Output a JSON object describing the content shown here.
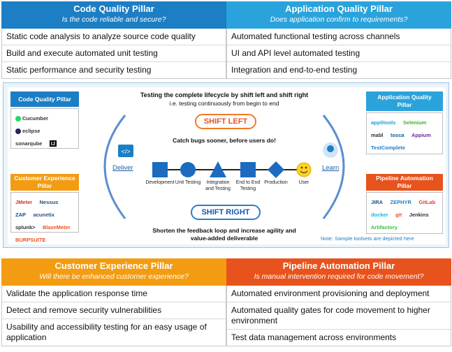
{
  "code_quality": {
    "title": "Code Quality Pillar",
    "subtitle": "Is the code reliable and secure?",
    "rows": [
      "Static code analysis to analyze source code quality",
      "Build and execute automated unit testing",
      "Static performance and security testing"
    ],
    "color": "#1c7ec4"
  },
  "app_quality": {
    "title": "Application Quality Pillar",
    "subtitle": "Does application confirm to requirements?",
    "rows": [
      "Automated functional testing across channels",
      "UI and API level automated testing",
      "Integration and end-to-end testing"
    ],
    "color": "#2aa3dc"
  },
  "cx": {
    "title": "Customer Experience Pillar",
    "subtitle": "Will there be enhanced customer experience?",
    "rows": [
      "Validate the application response time",
      "Detect and remove security vulnerabilities",
      "Usability and accessibility testing for an easy usage of application"
    ],
    "color": "#f39c12"
  },
  "pipeline": {
    "title": "Pipeline Automation Pillar",
    "subtitle": "Is manual intervention required for code movement?",
    "rows": [
      "Automated environment provisioning and deployment",
      "Automated quality gates for code movement to higher environment",
      "Test data management across environments"
    ],
    "color": "#e8531d"
  },
  "diagram": {
    "heading": "Testing the complete  lifecycle by shift left and shift right",
    "subheading": "i.e. testing continuously from begin to end",
    "shift_left": "SHIFT LEFT",
    "shift_right": "SHIFT RIGHT",
    "catch_bugs": "Catch bugs sooner, before users do!",
    "feedback_line1": "Shorten the feedback loop and increase agility and",
    "feedback_line2": "value-added deliverable",
    "deliver": "Deliver",
    "learn": "Learn",
    "note": "Note: Sample toolsets are depicted here",
    "stages": [
      "Development",
      "Unit Testing",
      "Integration and Testing",
      "End to End Testing",
      "Production",
      "User"
    ],
    "boxes": {
      "code_quality": "Code Quality Pillar",
      "app_quality": "Application Quality Pillar",
      "cx": "Customer Experience Pillar",
      "pipeline": "Pipeline Automation Pillar"
    },
    "logos": {
      "code_quality": [
        "Cucumber",
        "eclipse",
        "sonarqube",
        "IJ"
      ],
      "app_quality": [
        "applitools",
        "Selenium",
        "mabl",
        "tosca",
        "Appium",
        "TestComplete"
      ],
      "cx": [
        "JMeter",
        "Nessus",
        "ZAP",
        "acunetix",
        "splunk>",
        "BlazeMeter",
        "BURPSUITE"
      ],
      "pipeline": [
        "JIRA",
        "GitLab",
        "Jenkins",
        "docker",
        "git",
        "Artifactory",
        "ZEPHYR"
      ]
    }
  }
}
